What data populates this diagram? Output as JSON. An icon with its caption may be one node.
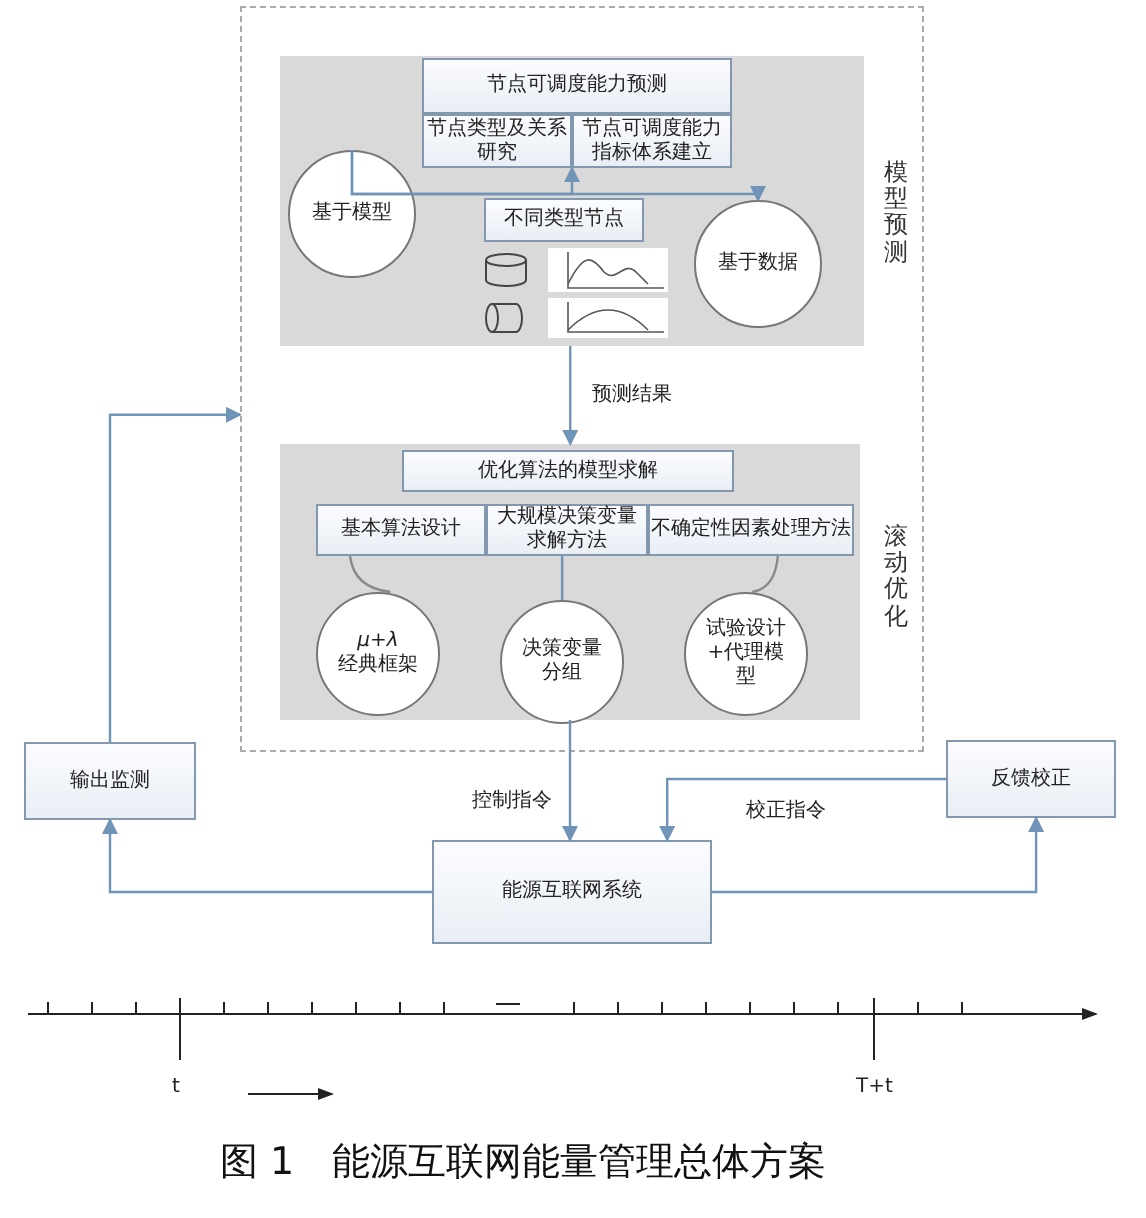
{
  "diagram": {
    "caption": "图 1　能源互联网能量管理总体方案",
    "nodes": [
      {
        "text": [],
        "shape": "box"
      },
      {
        "text": [],
        "shape": "box",
        "beside": [
          "模型预测"
        ],
        "in": 0
      },
      {
        "text": [
          "节点可调度能力预测"
        ],
        "in": 1
      },
      {
        "text": [
          "节点类型及关系研究"
        ],
        "in": 1
      },
      {
        "text": [
          "节点可调度能力指标体系建立"
        ],
        "in": 1
      },
      {
        "text": [
          "基于模型"
        ],
        "in": 1
      },
      {
        "text": [
          "不同类型节点"
        ],
        "in": 1
      },
      {
        "text": [
          "基于数据"
        ],
        "in": 1
      },
      {
        "text": [],
        "shape": "box",
        "beside": [
          "滚动优化"
        ],
        "in": 0
      },
      {
        "text": [
          "优化算法的模型求解"
        ],
        "in": 8
      },
      {
        "text": [
          "基本算法设计"
        ],
        "in": 8
      },
      {
        "text": [
          "大规模决策变量求解方法"
        ],
        "in": 8
      },
      {
        "text": [
          "不确定性因素处理方法"
        ],
        "in": 8
      },
      {
        "text": [
          "μ+λ",
          "经典框架"
        ],
        "in": 8
      },
      {
        "text": [
          "决策变量分组"
        ],
        "in": 8
      },
      {
        "text": [
          "试验设计+代理模型"
        ],
        "in": 8
      },
      {
        "text": [
          "输出监测"
        ]
      },
      {
        "text": [
          "反馈校正"
        ]
      },
      {
        "text": [
          "能源互联网系统"
        ]
      }
    ],
    "edges": [
      {
        "from": 5,
        "to": 3,
        "arrow": "to"
      },
      {
        "from": 5,
        "to": 7,
        "arrow": "to"
      },
      {
        "from": 1,
        "to": 8,
        "arrow": "to",
        "label": "预测结果"
      },
      {
        "from": 10,
        "to": 13,
        "arrow": "none"
      },
      {
        "from": 11,
        "to": 14,
        "arrow": "none"
      },
      {
        "from": 12,
        "to": 15,
        "arrow": "none"
      },
      {
        "from": 8,
        "to": 18,
        "arrow": "to",
        "label": "控制指令"
      },
      {
        "from": 18,
        "to": 16,
        "arrow": "to"
      },
      {
        "from": 18,
        "to": 17,
        "arrow": "to"
      },
      {
        "from": 17,
        "to": 18,
        "arrow": "to",
        "label": "校正指令"
      },
      {
        "from": 16,
        "to": 0,
        "arrow": "to"
      }
    ],
    "labels": [
      "t",
      "T+t"
    ]
  }
}
